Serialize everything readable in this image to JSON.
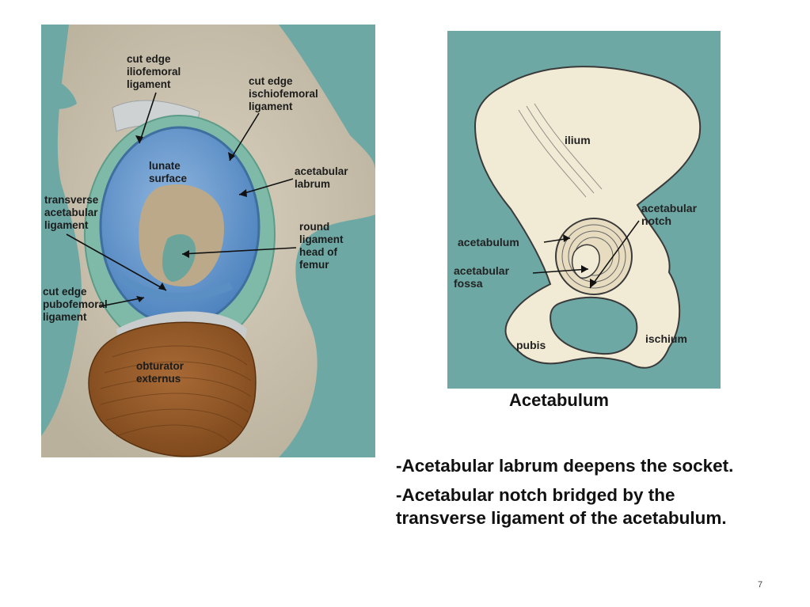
{
  "left_figure": {
    "labels": {
      "iliofemoral": [
        "cut edge",
        "iliofemoral",
        "ligament"
      ],
      "ischiofemoral": [
        "cut edge",
        "ischiofemoral",
        "ligament"
      ],
      "lunate": [
        "lunate",
        "surface"
      ],
      "labrum": [
        "acetabular",
        "labrum"
      ],
      "transverse": [
        "transverse",
        "acetabular",
        "ligament"
      ],
      "round": [
        "round",
        "ligament",
        "head of",
        "femur"
      ],
      "pubofemoral": [
        "cut edge",
        "pubofemoral",
        "ligament"
      ],
      "obturator": [
        "obturator",
        "externus"
      ]
    }
  },
  "right_figure": {
    "labels": {
      "ilium": "ilium",
      "notch": [
        "acetabular",
        "notch"
      ],
      "acetabulum": "acetabulum",
      "fossa": [
        "acetabular",
        "fossa"
      ],
      "pubis": "pubis",
      "ischium": "ischium"
    }
  },
  "caption": "Acetabulum",
  "bullets": [
    "-Acetabular labrum deepens the socket.",
    "-Acetabular notch bridged by the transverse ligament of the acetabulum."
  ],
  "page_number": "7"
}
